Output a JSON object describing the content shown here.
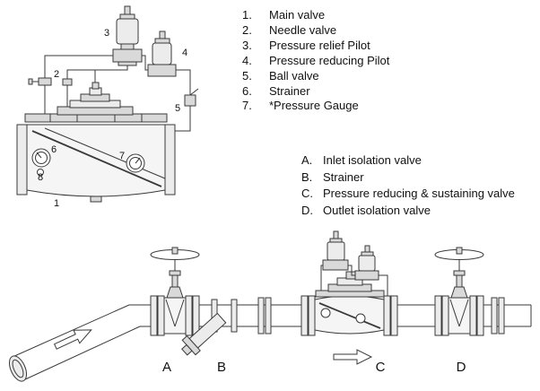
{
  "colors": {
    "ink": "#3a3a3a",
    "paper": "#ffffff",
    "fill_light": "#ececec",
    "fill_mid": "#d9d9d9",
    "text": "#111111"
  },
  "legend_parts": {
    "items": [
      {
        "num": "1.",
        "label": "Main valve"
      },
      {
        "num": "2.",
        "label": "Needle valve"
      },
      {
        "num": "3.",
        "label": "Pressure relief Pilot"
      },
      {
        "num": "4.",
        "label": "Pressure reducing Pilot"
      },
      {
        "num": "5.",
        "label": "Ball valve"
      },
      {
        "num": "6.",
        "label": "Strainer"
      },
      {
        "num": "7.",
        "label": "*Pressure Gauge"
      }
    ]
  },
  "legend_installation": {
    "items": [
      {
        "num": "A.",
        "label": "Inlet isolation valve"
      },
      {
        "num": "B.",
        "label": "Strainer"
      },
      {
        "num": "C.",
        "label": "Pressure reducing & sustaining valve"
      },
      {
        "num": "D.",
        "label": "Outlet isolation valve"
      }
    ]
  },
  "callouts": {
    "n1": "1",
    "n2": "2",
    "n3": "3",
    "n4": "4",
    "n5": "5",
    "n6": "6",
    "n7": "7",
    "n8": "8"
  },
  "pipeline_labels": {
    "a": "A",
    "b": "B",
    "c": "C",
    "d": "D"
  }
}
